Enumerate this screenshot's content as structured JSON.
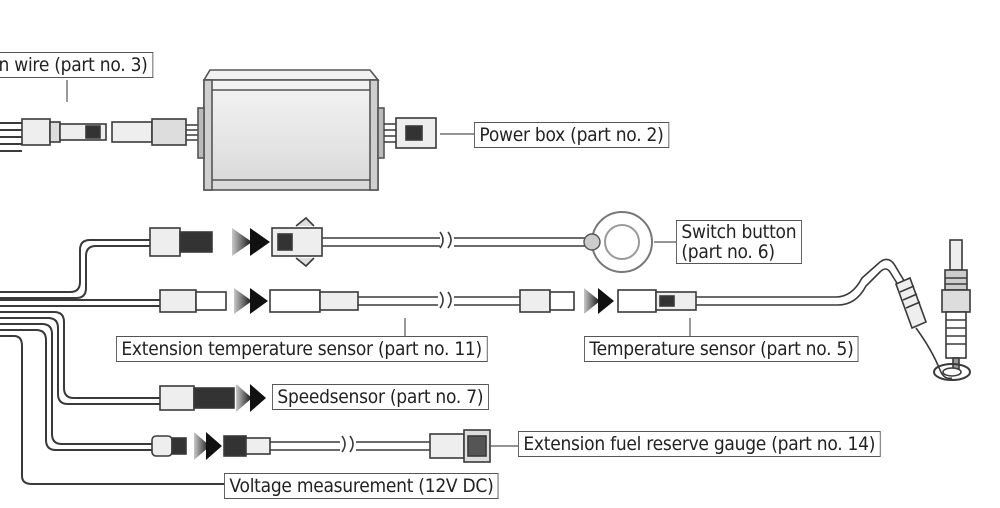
{
  "labels": {
    "main_wire": "n wire (part no. 3)",
    "power_box": "Power box (part no. 2)",
    "switch_button_line1": "Switch button",
    "switch_button_line2": "(part no. 6)",
    "ext_temp_sensor": "Extension temperature sensor (part no. 11)",
    "temp_sensor": "Temperature sensor (part no. 5)",
    "speedsensor": "Speedsensor (part no. 7)",
    "ext_fuel_gauge": "Extension fuel reserve gauge (part no. 14)",
    "voltage": "Voltage measurement (12V DC)"
  },
  "colors": {
    "line": "#3a3a3a",
    "fill_light": "#e6e6e6",
    "fill_dark": "#1e1e1e",
    "arrow_dark": "#1a1a1a",
    "arrow_light": "#9a9a9a"
  }
}
